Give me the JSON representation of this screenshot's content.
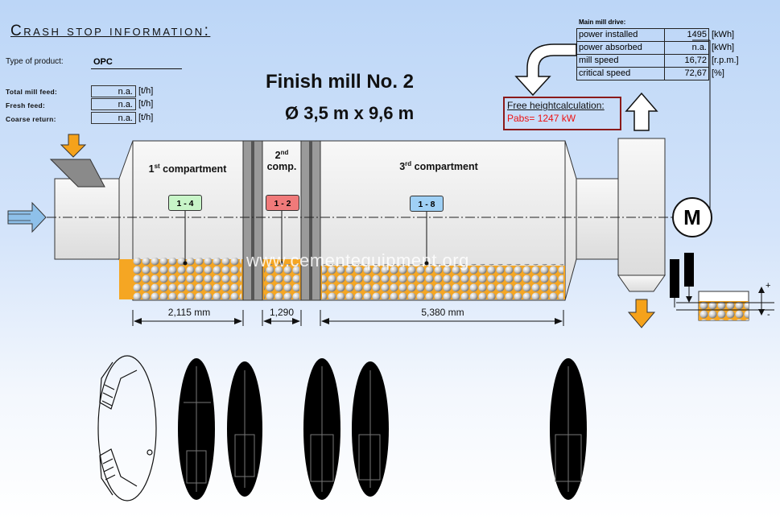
{
  "header": {
    "title": "Crash stop information:"
  },
  "product": {
    "label": "Type of product:",
    "value": "OPC"
  },
  "feeds": [
    {
      "label": "Total mill feed:",
      "value": "n.a.",
      "unit": "[t/h]"
    },
    {
      "label": "Fresh feed:",
      "value": "n.a.",
      "unit": "[t/h]"
    },
    {
      "label": "Coarse return:",
      "value": "n.a.",
      "unit": "[t/h]"
    }
  ],
  "mill": {
    "title": "Finish mill No. 2",
    "dims": "Ø 3,5 m x 9,6 m"
  },
  "drive": {
    "heading": "Main mill drive:",
    "rows": [
      {
        "name": "power installed",
        "value": "1495",
        "unit": "[kWh]"
      },
      {
        "name": "power absorbed",
        "value": "n.a.",
        "unit": "[kWh]"
      },
      {
        "name": "mill speed",
        "value": "16,72",
        "unit": "[r.p.m.]"
      },
      {
        "name": "critical speed",
        "value": "72,67",
        "unit": "[%]"
      }
    ]
  },
  "calc": {
    "title": "Free heightcalculation:",
    "value": "Pabs= 1247 kW"
  },
  "compartments": [
    {
      "num": "1",
      "sup": "st",
      "label": " compartment",
      "tag": "1 - 4",
      "tag_color": "#c8f5c8",
      "length": "2,115 mm"
    },
    {
      "num": "2",
      "sup": "nd",
      "label": "comp.",
      "tag": "1 - 2",
      "tag_color": "#f07a7a",
      "length": "1,290"
    },
    {
      "num": "3",
      "sup": "rd",
      "label": " compartment",
      "tag": "1 - 8",
      "tag_color": "#9fd0f5",
      "length": "5,380 mm"
    }
  ],
  "motor": {
    "label": "M"
  },
  "watermark": "www.cementequipment.org",
  "gauge": {
    "plus": "+",
    "minus": "-"
  },
  "colors": {
    "feed_arrow": "#f5a21b",
    "material": "#f5a623",
    "shell": "#e8e8e8",
    "separator": "#9a9a9a",
    "inlet_arrow": "#8ec0ea"
  }
}
